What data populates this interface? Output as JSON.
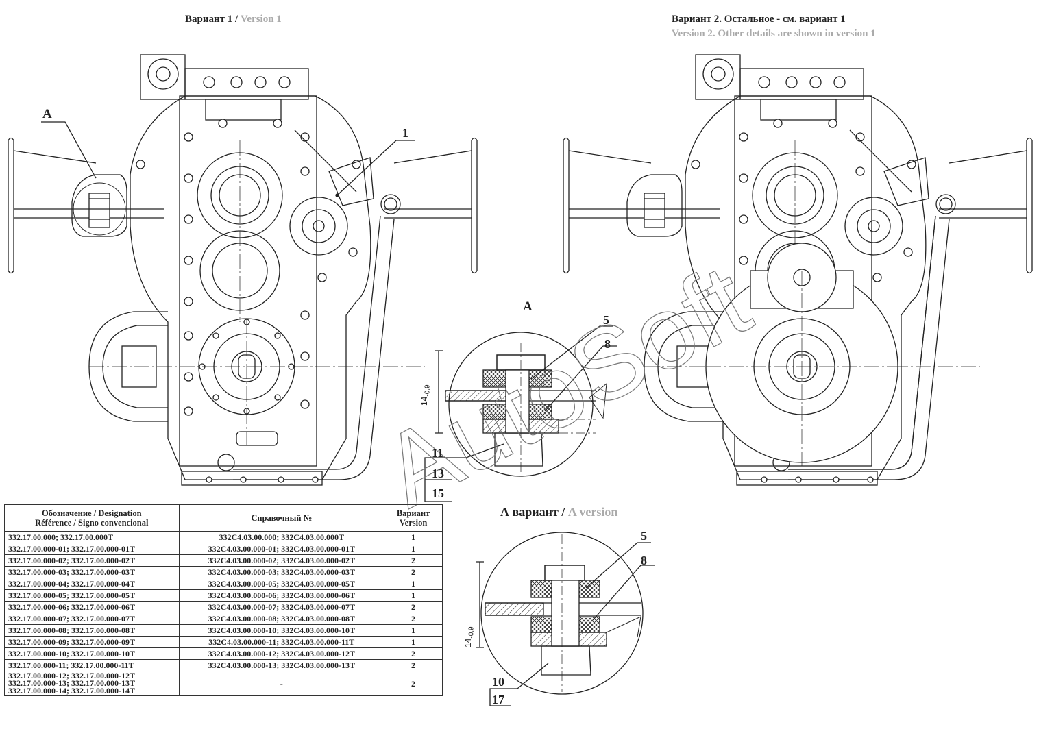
{
  "titles": {
    "v1_ru": "Вариант 1 /",
    "v1_en": "Version 1",
    "v2_ru": "Вариант 2. Остальное - см. вариант 1",
    "v2_en": "Version 2. Other details are shown in version 1",
    "detailA": "A",
    "detailA_variant_ru": "А вариант /",
    "detailA_variant_en": "A version"
  },
  "labels": {
    "view_mark": "A",
    "callout_1": "1",
    "callout_5": "5",
    "callout_8": "8",
    "callout_11": "11",
    "callout_13": "13",
    "callout_15": "15",
    "callout_5b": "5",
    "callout_8b": "8",
    "callout_10": "10",
    "callout_17": "17",
    "dim_main": "14",
    "dim_tol": "-0,9",
    "watermark": "AutoSoft"
  },
  "table": {
    "headers": [
      [
        "Обозначение / Designation",
        "Référence / Signo convencional"
      ],
      [
        "Справочный №"
      ],
      [
        "Вариант",
        "Version"
      ]
    ],
    "rows": [
      [
        "332.17.00.000; 332.17.00.000T",
        "332С4.03.00.000; 332С4.03.00.000T",
        "1"
      ],
      [
        "332.17.00.000-01; 332.17.00.000-01T",
        "332С4.03.00.000-01; 332С4.03.00.000-01T",
        "1"
      ],
      [
        "332.17.00.000-02; 332.17.00.000-02T",
        "332С4.03.00.000-02; 332С4.03.00.000-02T",
        "2"
      ],
      [
        "332.17.00.000-03; 332.17.00.000-03T",
        "332С4.03.00.000-03; 332С4.03.00.000-03T",
        "2"
      ],
      [
        "332.17.00.000-04; 332.17.00.000-04T",
        "332С4.03.00.000-05; 332С4.03.00.000-05T",
        "1"
      ],
      [
        "332.17.00.000-05; 332.17.00.000-05T",
        "332С4.03.00.000-06; 332С4.03.00.000-06T",
        "1"
      ],
      [
        "332.17.00.000-06; 332.17.00.000-06T",
        "332С4.03.00.000-07; 332С4.03.00.000-07T",
        "2"
      ],
      [
        "332.17.00.000-07; 332.17.00.000-07T",
        "332С4.03.00.000-08; 332С4.03.00.000-08T",
        "2"
      ],
      [
        "332.17.00.000-08; 332.17.00.000-08T",
        "332С4.03.00.000-10; 332С4.03.00.000-10T",
        "1"
      ],
      [
        "332.17.00.000-09; 332.17.00.000-09T",
        "332С4.03.00.000-11; 332С4.03.00.000-11T",
        "1"
      ],
      [
        "332.17.00.000-10; 332.17.00.000-10T",
        "332С4.03.00.000-12; 332С4.03.00.000-12T",
        "2"
      ],
      [
        "332.17.00.000-11; 332.17.00.000-11T",
        "332С4.03.00.000-13; 332С4.03.00.000-13T",
        "2"
      ]
    ],
    "last_row": {
      "designations": [
        "332.17.00.000-12; 332.17.00.000-12T",
        "332.17.00.000-13; 332.17.00.000-13T",
        "332.17.00.000-14; 332.17.00.000-14T"
      ],
      "ref": "-",
      "version": "2"
    }
  }
}
